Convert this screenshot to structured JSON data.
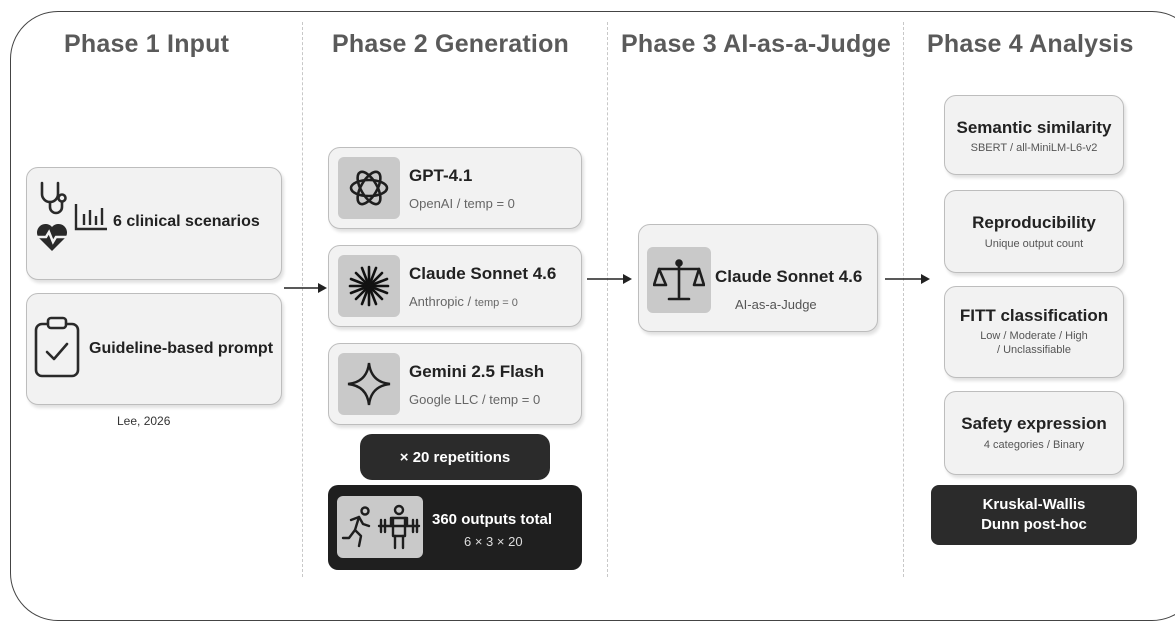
{
  "phases": {
    "p1": "Phase 1 Input",
    "p2": "Phase 2 Generation",
    "p3": "Phase 3 AI-as-a-Judge",
    "p4": "Phase 4 Analysis"
  },
  "input": {
    "scenarios": "6 clinical scenarios",
    "prompt": "Guideline-based prompt",
    "citation": "Lee, 2026"
  },
  "models": [
    {
      "name": "GPT-4.1",
      "provider": "OpenAI",
      "temp": "temp = 0"
    },
    {
      "name": "Claude Sonnet 4.6",
      "provider": "Anthropic",
      "temp": "temp = 0"
    },
    {
      "name": "Gemini 2.5 Flash",
      "provider": "Google LLC",
      "temp": "temp = 0"
    }
  ],
  "repetitions": "× 20 repetitions",
  "outputs": {
    "title": "360 outputs total",
    "formula": "6 × 3 × 20"
  },
  "judge": {
    "name": "Claude Sonnet 4.6",
    "role": "AI-as-a-Judge"
  },
  "analysis": [
    {
      "title": "Semantic similarity",
      "sub": "SBERT / all-MiniLM-L6-v2"
    },
    {
      "title": "Reproducibility",
      "sub": "Unique output count"
    },
    {
      "title": "FITT classification",
      "sub": "Low / Moderate / High",
      "sub2": "/ Unclassifiable"
    },
    {
      "title": "Safety expression",
      "sub": "4 categories / Binary"
    }
  ],
  "stats": {
    "line1": "Kruskal-Wallis",
    "line2": "Dunn post-hoc"
  },
  "icons": [
    "stethoscope-icon",
    "heart-pulse-icon",
    "bar-chart-icon",
    "clipboard-check-icon",
    "openai-logo-icon",
    "anthropic-logo-icon",
    "gemini-sparkle-icon",
    "scales-icon",
    "runner-icon",
    "weightlifter-icon",
    "arrow-right-icon"
  ]
}
